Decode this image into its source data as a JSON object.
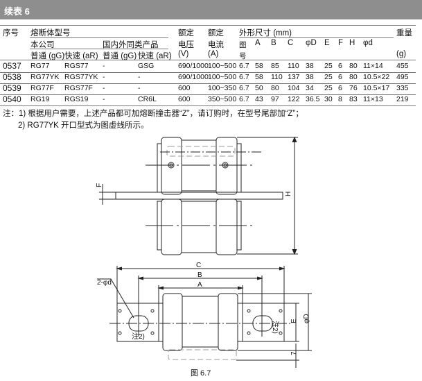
{
  "title": "续表 6",
  "headers": {
    "seq": "序号",
    "model": "熔断体型号",
    "company": "本公司",
    "domestic": "国内外同类产品",
    "normal1": "普通 (gG)",
    "fast1": "快速 (aR)",
    "normal2": "普通 (gG)",
    "fast2": "快速 (aR)",
    "voltage": [
      "额定",
      "电压",
      "(V)"
    ],
    "current": [
      "额定",
      "电流",
      "(A)"
    ],
    "dims": "外形尺寸 (mm)",
    "fig": [
      "图",
      "号"
    ],
    "A": "A",
    "B": "B",
    "C": "C",
    "D": "φD",
    "E": "E",
    "F": "F",
    "H": "H",
    "d": "φd",
    "weight": [
      "重量",
      "(g)"
    ]
  },
  "rows": [
    [
      "0537",
      "RG77",
      "RGS77",
      "-",
      "GSG",
      "690/1000",
      "100~500",
      "6.7",
      "58",
      "85",
      "110",
      "38",
      "25",
      "6",
      "80",
      "11×14",
      "455"
    ],
    [
      "0538",
      "RG77YK",
      "RGS77YK",
      "-",
      "-",
      "690/1000",
      "100~500",
      "6.7",
      "58",
      "110",
      "137",
      "38",
      "25",
      "6",
      "80",
      "10.5×22",
      "495"
    ],
    [
      "0539",
      "RG77F",
      "RGS77F",
      "-",
      "-",
      "600",
      "100~350",
      "6.7",
      "50",
      "80",
      "104",
      "34",
      "25",
      "6",
      "76",
      "10.5×17",
      "335"
    ],
    [
      "0540",
      "RG19",
      "RGS19",
      "-",
      "CR6L",
      "600",
      "350~500",
      "6.7",
      "43",
      "97",
      "122",
      "36.5",
      "30",
      "8",
      "83",
      "11×13",
      "219"
    ]
  ],
  "notes": [
    "注：1) 根据用户需要，上述产品都可加熔断撞击器“Z”，请订购时，在型号尾部加“Z”；",
    "2) RG77YK 开口型式为图虚线所示。"
  ],
  "drawing": {
    "C": "C",
    "B": "B",
    "A": "A",
    "H": "H",
    "F": "F",
    "E": "E",
    "D": "φD",
    "seven": "7",
    "hole": "2-φd",
    "note_left": "注2)",
    "note_right": "注2)",
    "caption": "图 6.7"
  }
}
